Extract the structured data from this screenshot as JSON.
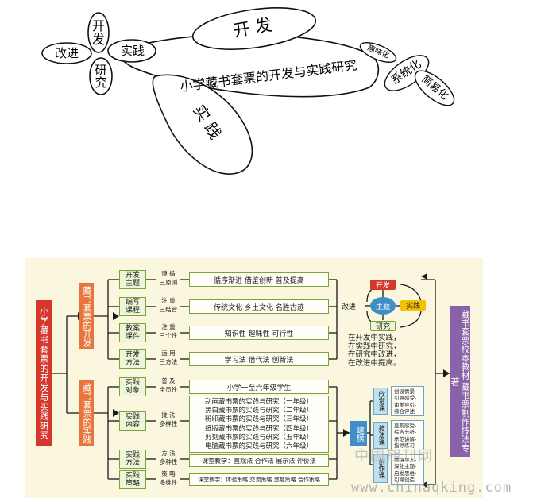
{
  "mindmap": {
    "petals": {
      "kaifa": "开\n发",
      "gaijin": "改进",
      "yanjiu": "研\n究",
      "shijian": "实践"
    },
    "center_title": "小学藏书套票的开发与实践研究",
    "oval_kaifa": "开 发",
    "oval_shijian": "实 践",
    "quwei": "趣味化",
    "xitong": "系统化",
    "jianyi": "简易化"
  },
  "framework": {
    "main_title": "小学藏书套票的开发与实践研究",
    "branch_dev": "藏书套票的开发",
    "branch_practice": "藏书套票的实践",
    "dev_rows": [
      {
        "label": "开发主题",
        "principle": "遵 循\n三原则",
        "content": "循序渐进  借鉴创新  普及提高"
      },
      {
        "label": "编写课程",
        "principle": "注 重\n三结合",
        "content": "传统文化  乡土文化  名胜古迹"
      },
      {
        "label": "教案课件",
        "principle": "注 重\n三个性",
        "content": "知识性  趣味性  可行性"
      },
      {
        "label": "开发方法",
        "principle": "运 用\n三方法",
        "content": "学习法  借代法  创新法"
      }
    ],
    "practice_rows": [
      {
        "label": "实践对象",
        "principle": "普 及\n全员性",
        "content": "小学一至六年级学生"
      },
      {
        "label": "实践内容",
        "principle": "技 法\n多样性",
        "items": [
          "刮画藏书票的实践与研究（一年级）",
          "黑白藏书票的实践与研究（二年级）",
          "粉印藏书票的实践与研究（三年级）",
          "纸版藏书票的实践与研究（四年级）",
          "剪刻藏书票的实践与研究（五年级）",
          "电脑藏书票的实践与研究（六年级）"
        ]
      },
      {
        "label": "实践方法",
        "principle": "方 法\n多种性",
        "content": "课堂教学：直观法  合作法  展示法  评价法"
      },
      {
        "label": "实践策略",
        "principle": "策 略\n多维性",
        "content": "课堂教学：体验策略 交流策略 激趣策略 合作策略"
      }
    ],
    "cycle": {
      "top": "开发",
      "center": "主题",
      "left": "改进",
      "right": "实践",
      "bottom": "研究",
      "lines": [
        "在开发中实践，",
        "在实践中研究，",
        "在研究中改进，",
        "在改进中提高。"
      ]
    },
    "jianmo": "建模",
    "courses": [
      {
        "name": "欣赏课",
        "detail": [
          "创设情景-",
          "引导感受-",
          "审美导引-",
          "综合评述"
        ]
      },
      {
        "name": "技法课",
        "detail": [
          "直观感受-",
          "综合分析-",
          "示范讲解-",
          "指导练习"
        ]
      },
      {
        "name": "创作课",
        "detail": [
          "情境导入-",
          "深化主题-",
          "启发思维-",
          "引导创造"
        ]
      }
    ],
    "right_label": "藏书套票校本教材 藏书票制作技法专著"
  },
  "watermark": {
    "cn": "中国期刊网",
    "url": "www.chinaqking.com"
  },
  "colors": {
    "red": "#d6362c",
    "orange": "#e8753c",
    "green": "#3f9a3a",
    "purple": "#8a62a8",
    "blue": "#3f8ec7",
    "cream": "#fbf7df"
  }
}
